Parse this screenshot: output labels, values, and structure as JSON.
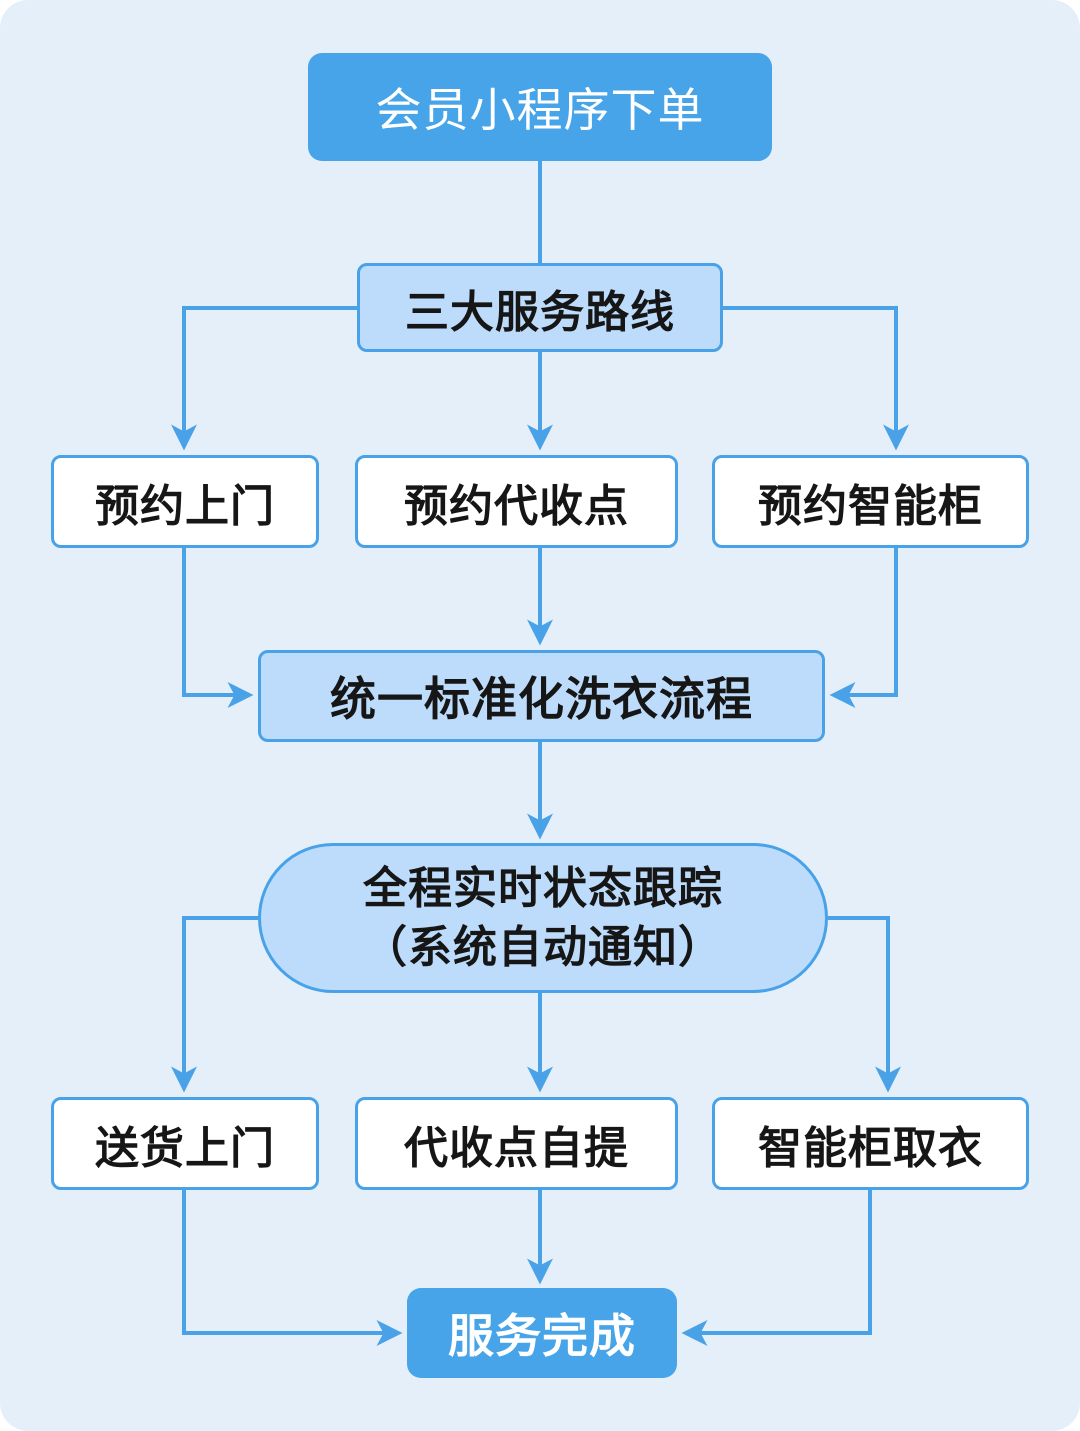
{
  "diagram": {
    "type": "flowchart",
    "colors": {
      "background": "#e4eff9",
      "accent_blue": "#47a4e8",
      "light_blue_fill": "#bddcfb",
      "connector_blue": "#49a2e8",
      "text_dark": "#161616",
      "text_on_accent": "#ffffff"
    },
    "nodes": {
      "order": {
        "label": "会员小程序下单"
      },
      "routes": {
        "label": "三大服务路线"
      },
      "book_home": {
        "label": "预约上门"
      },
      "book_point": {
        "label": "预约代收点"
      },
      "book_locker": {
        "label": "预约智能柜"
      },
      "unified": {
        "label": "统一标准化洗衣流程"
      },
      "tracking": {
        "line1": "全程实时状态跟踪",
        "line2": "（系统自动通知）"
      },
      "deliver_home": {
        "label": "送货上门"
      },
      "point_pickup": {
        "label": "代收点自提"
      },
      "locker_pickup": {
        "label": "智能柜取衣"
      },
      "done": {
        "label": "服务完成"
      }
    },
    "edges": [
      {
        "from": "order",
        "to": "routes"
      },
      {
        "from": "routes",
        "to": "book_home"
      },
      {
        "from": "routes",
        "to": "book_point"
      },
      {
        "from": "routes",
        "to": "book_locker"
      },
      {
        "from": "book_home",
        "to": "unified"
      },
      {
        "from": "book_point",
        "to": "unified"
      },
      {
        "from": "book_locker",
        "to": "unified"
      },
      {
        "from": "unified",
        "to": "tracking"
      },
      {
        "from": "tracking",
        "to": "deliver_home"
      },
      {
        "from": "tracking",
        "to": "point_pickup"
      },
      {
        "from": "tracking",
        "to": "locker_pickup"
      },
      {
        "from": "deliver_home",
        "to": "done"
      },
      {
        "from": "point_pickup",
        "to": "done"
      },
      {
        "from": "locker_pickup",
        "to": "done"
      }
    ]
  }
}
